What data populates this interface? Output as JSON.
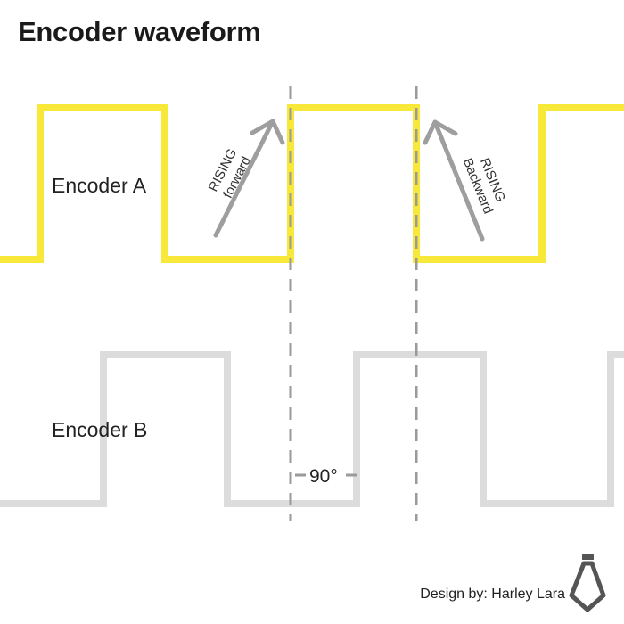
{
  "title": "Encoder waveform",
  "signals": {
    "a": {
      "label": "Encoder A",
      "color": "#f7e83a"
    },
    "b": {
      "label": "Encoder B",
      "color": "#dcdcdc"
    }
  },
  "markers": {
    "forward": {
      "line1": "RISING",
      "line2": "forward"
    },
    "backward": {
      "line1": "RISING",
      "line2": "Backward"
    },
    "phase_shift": "90°"
  },
  "colors": {
    "guide_lines": "#9a9a9a",
    "arrows": "#9e9e9e",
    "logo": "#555555"
  },
  "credit": "Design by: Harley Lara",
  "logo_icon": "tie-logo-icon"
}
